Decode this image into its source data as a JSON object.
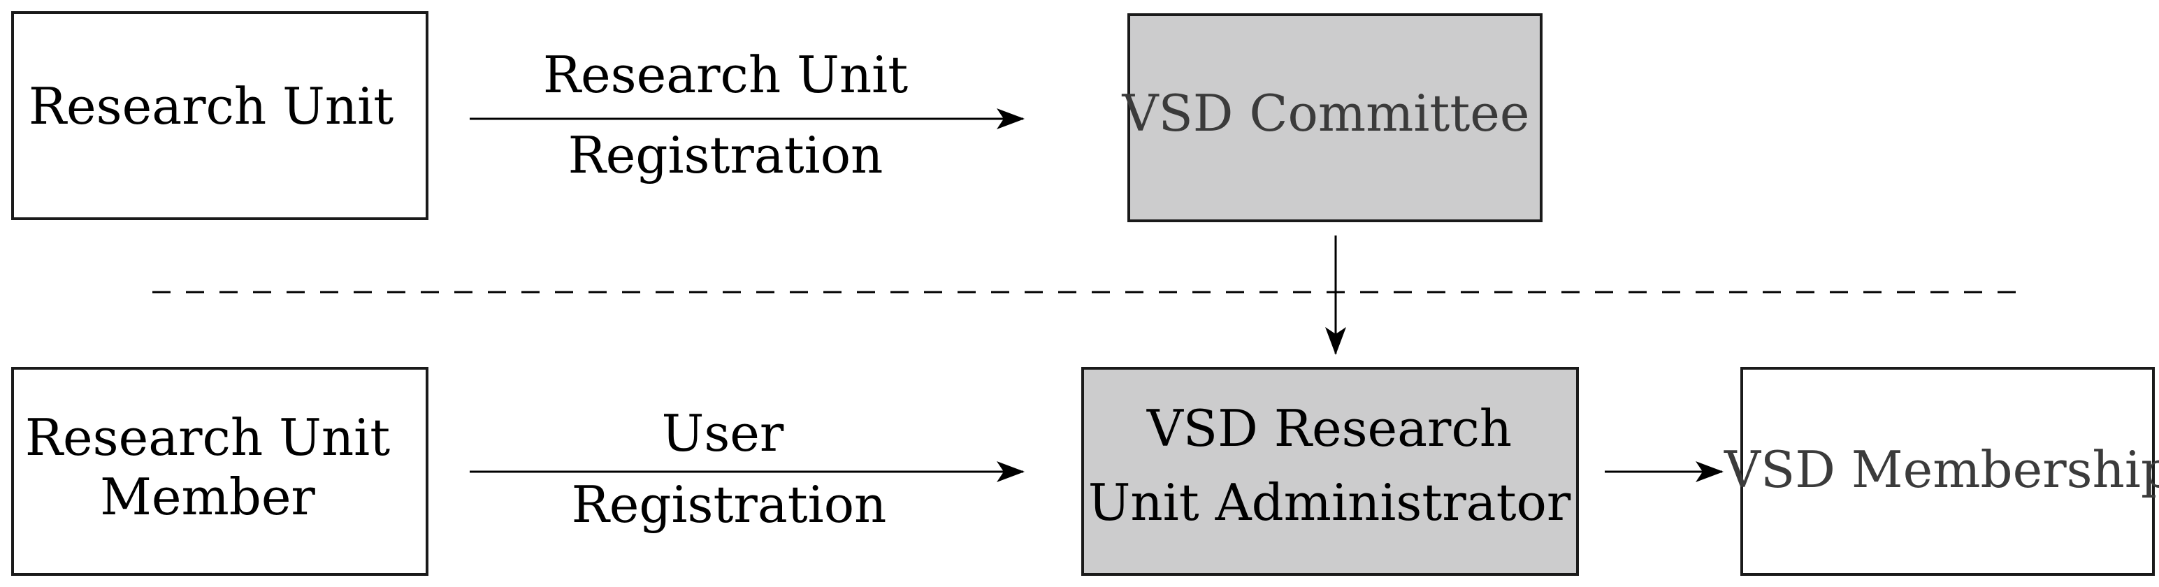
{
  "nodes": {
    "research_unit": {
      "label": "Research Unit"
    },
    "vsd_committee": {
      "label": "VSD Committee"
    },
    "research_unit_member": {
      "line1": "Research Unit",
      "line2": "Member"
    },
    "vsd_admin": {
      "line1": "VSD Research",
      "line2": "Unit Administrator"
    },
    "vsd_membership": {
      "label": "VSD Membership"
    }
  },
  "edges": {
    "research_unit_registration": {
      "line1": "Research Unit",
      "line2": "Registration"
    },
    "user_registration": {
      "line1": "User",
      "line2": "Registration"
    }
  },
  "colors": {
    "highlight_fill": "#cccccd",
    "box_fill": "#ffffff",
    "stroke": "#1a1a1a",
    "muted_text": "#3b3b3b"
  }
}
